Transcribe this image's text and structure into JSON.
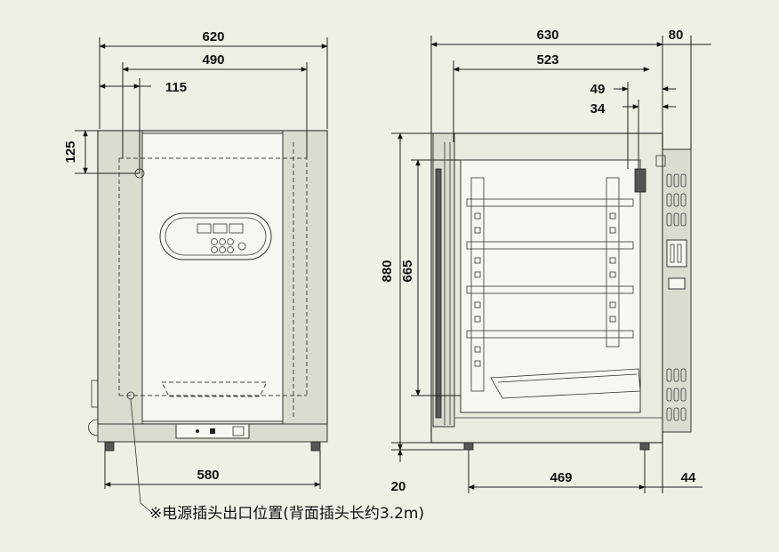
{
  "front_view": {
    "width_overall": "620",
    "width_inner": "490",
    "plug_offset_x": "115",
    "plug_offset_y": "125",
    "base_width": "580"
  },
  "side_view": {
    "depth_overall": "630",
    "rear_protrusion": "80",
    "depth_inner": "523",
    "rear_offset_a": "49",
    "rear_offset_b": "34",
    "height_overall": "880",
    "height_inner": "665",
    "foot_height": "20",
    "foot_spacing": "469",
    "rear_foot_offset": "44"
  },
  "note": "※电源插头出口位置(背面插头长约3.2m)"
}
